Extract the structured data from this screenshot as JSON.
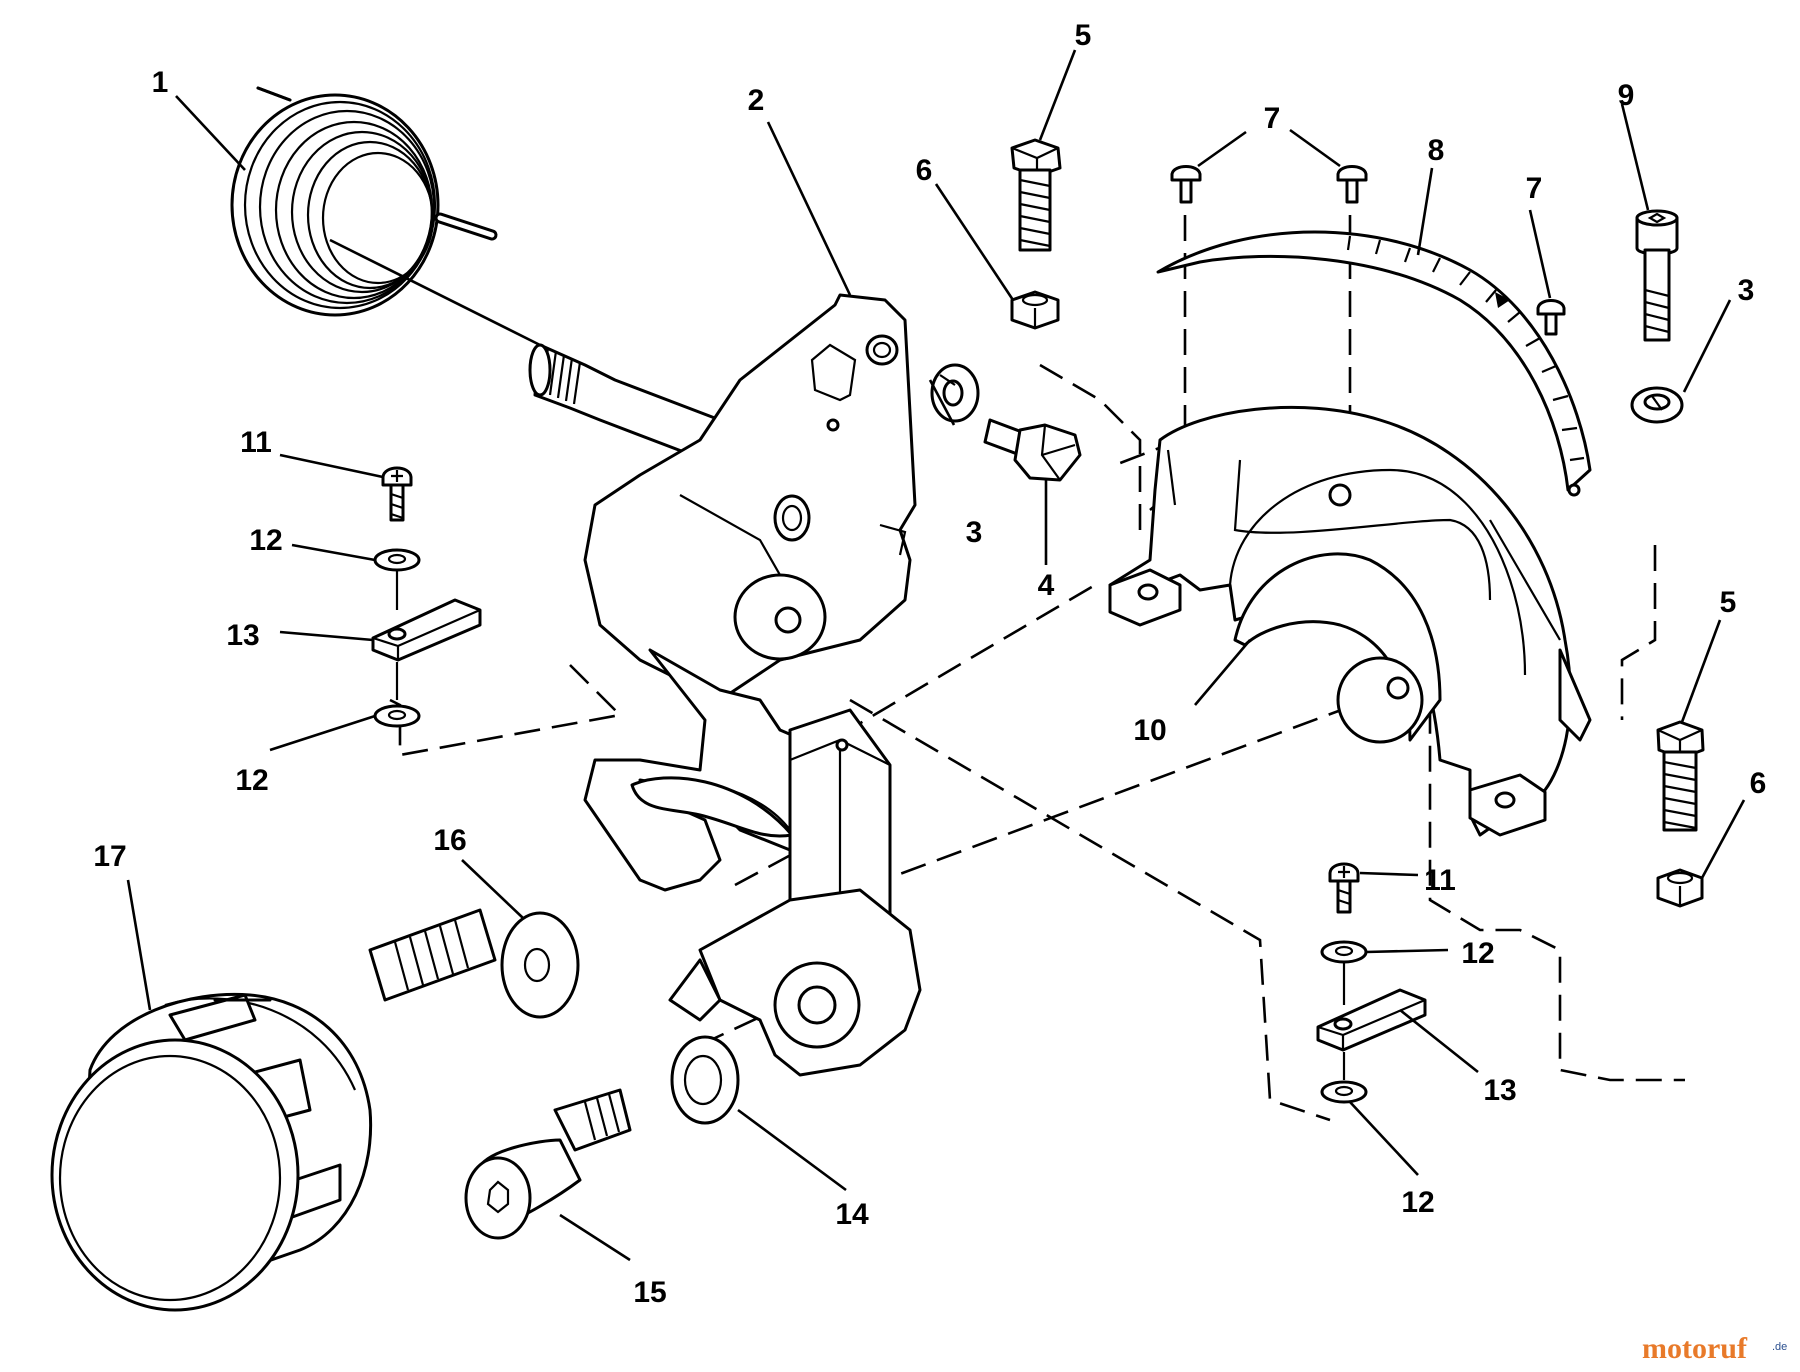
{
  "diagram": {
    "callouts": [
      {
        "id": "c1",
        "label": "1"
      },
      {
        "id": "c2",
        "label": "2"
      },
      {
        "id": "c3a",
        "label": "3"
      },
      {
        "id": "c3b",
        "label": "3"
      },
      {
        "id": "c4",
        "label": "4"
      },
      {
        "id": "c5a",
        "label": "5"
      },
      {
        "id": "c5b",
        "label": "5"
      },
      {
        "id": "c6a",
        "label": "6"
      },
      {
        "id": "c6b",
        "label": "6"
      },
      {
        "id": "c7a",
        "label": "7"
      },
      {
        "id": "c7b",
        "label": "7"
      },
      {
        "id": "c8",
        "label": "8"
      },
      {
        "id": "c9",
        "label": "9"
      },
      {
        "id": "c10",
        "label": "10"
      },
      {
        "id": "c11a",
        "label": "11"
      },
      {
        "id": "c11b",
        "label": "11"
      },
      {
        "id": "c12a",
        "label": "12"
      },
      {
        "id": "c12b",
        "label": "12"
      },
      {
        "id": "c12c",
        "label": "12"
      },
      {
        "id": "c12d",
        "label": "12"
      },
      {
        "id": "c13a",
        "label": "13"
      },
      {
        "id": "c13b",
        "label": "13"
      },
      {
        "id": "c14",
        "label": "14"
      },
      {
        "id": "c15",
        "label": "15"
      },
      {
        "id": "c16",
        "label": "16"
      },
      {
        "id": "c17",
        "label": "17"
      }
    ],
    "watermark": {
      "main": "motoruf",
      "suffix": ".de",
      "colors": [
        "#e87a2a",
        "#2a4f8f"
      ]
    }
  }
}
